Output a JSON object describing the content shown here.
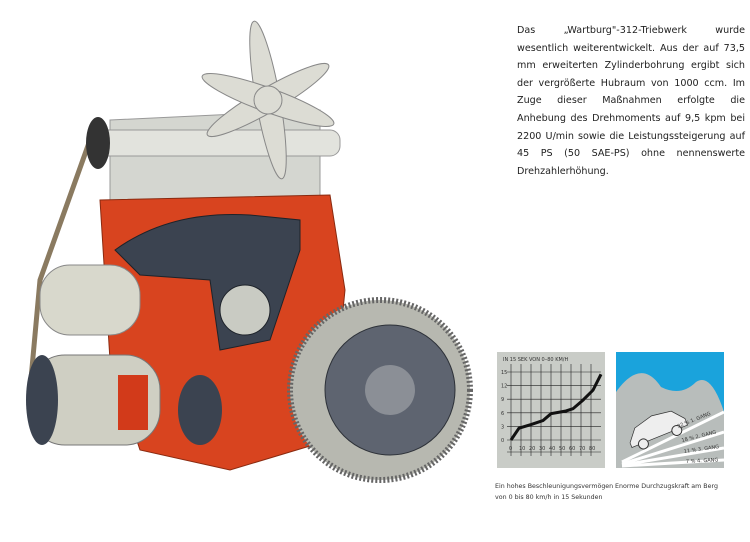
{
  "intro_text": "Das „Wartburg\"-312-Triebwerk wurde wesentlich weiterentwickelt. Aus der auf 73,5 mm erweiterten Zylinderbohrung ergibt sich der vergrößerte Hubraum von 1000 ccm. Im Zuge dieser Maßnahmen erfolgte die Anhebung des Drehmoments auf 9,5 kpm bei 2200 U/min sowie die Leistungssteigerung auf 45 PS (50 SAE-PS) ohne nennenswerte Drehzahlerhöhung.",
  "acceleration_graph": {
    "title": "IN 15 SEK VON 0–80 KM/H",
    "y_ticks": [
      "0",
      "3",
      "6",
      "9",
      "12",
      "15"
    ],
    "x_ticks": [
      "0",
      "10",
      "20",
      "30",
      "40",
      "50",
      "60",
      "70",
      "80"
    ],
    "curve": [
      [
        0,
        0
      ],
      [
        8,
        2.6
      ],
      [
        20,
        3.4
      ],
      [
        32,
        4.3
      ],
      [
        40,
        5.8
      ],
      [
        55,
        6.4
      ],
      [
        62,
        6.9
      ],
      [
        72,
        8.8
      ],
      [
        82,
        11
      ],
      [
        90,
        14.5
      ]
    ],
    "caption": "Ein hohes Beschleunigungsvermögen von 0 bis 80 km/h in 15 Sekunden",
    "colors": {
      "background": "#c9ccc7",
      "line": "#111111"
    }
  },
  "hill_graphic": {
    "gear_labels": [
      "32 % 1. GANG",
      "18 % 2. GANG",
      "11 % 3. GANG",
      "7 % 4. GANG"
    ],
    "caption": "Enorme Durchzugskraft am Berg",
    "colors": {
      "sky": "#1aa3dc",
      "hill": "#b8bdbb"
    }
  },
  "colors": {
    "engine_block": "#d8441f",
    "cylinder_head": "#d4d6d0",
    "manifold": "#3b4350"
  }
}
